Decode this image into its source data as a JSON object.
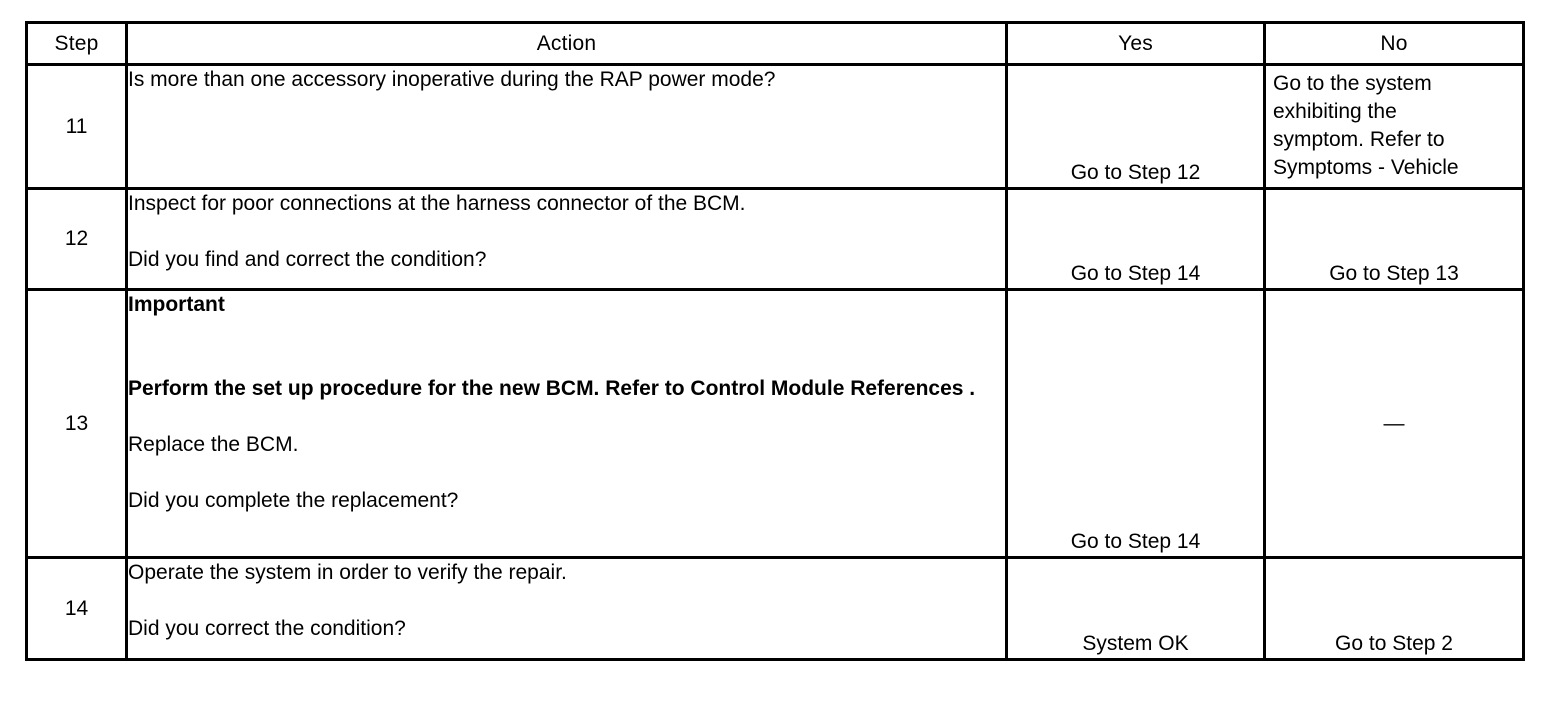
{
  "table": {
    "headers": {
      "step": "Step",
      "action": "Action",
      "yes": "Yes",
      "no": "No"
    },
    "rows": [
      {
        "step": "11",
        "action_lines": [
          {
            "text": "Is more than one accessory inoperative during the RAP power mode?",
            "bold": false
          }
        ],
        "yes": "Go to Step 12",
        "no_lines": [
          "Go to the system",
          "exhibiting the",
          "symptom. Refer to",
          "Symptoms - Vehicle"
        ]
      },
      {
        "step": "12",
        "action_lines": [
          {
            "text": "Inspect for poor connections at the harness connector of the BCM.",
            "bold": false
          },
          {
            "text": "",
            "bold": false
          },
          {
            "text": "Did you find and correct the condition?",
            "bold": false
          }
        ],
        "yes": "Go to Step 14",
        "no": "Go to Step 13"
      },
      {
        "step": "13",
        "action_lines": [
          {
            "text": "Important",
            "bold": true
          },
          {
            "text": "",
            "bold": false
          },
          {
            "text": "",
            "bold": false
          },
          {
            "text": "Perform the set up procedure for the new BCM. Refer to Control Module References .",
            "bold": true
          },
          {
            "text": "",
            "bold": false
          },
          {
            "text": "Replace the BCM.",
            "bold": false
          },
          {
            "text": "",
            "bold": false
          },
          {
            "text": "Did you complete the replacement?",
            "bold": false
          }
        ],
        "yes": "Go to Step 14",
        "no": "—"
      },
      {
        "step": "14",
        "action_lines": [
          {
            "text": "Operate the system in order to verify the repair.",
            "bold": false
          },
          {
            "text": "",
            "bold": false
          },
          {
            "text": "Did you correct the condition?",
            "bold": false
          }
        ],
        "yes": "System OK",
        "no": "Go to Step 2"
      }
    ]
  },
  "colors": {
    "border": "#000000",
    "text": "#000000",
    "background": "#ffffff"
  }
}
